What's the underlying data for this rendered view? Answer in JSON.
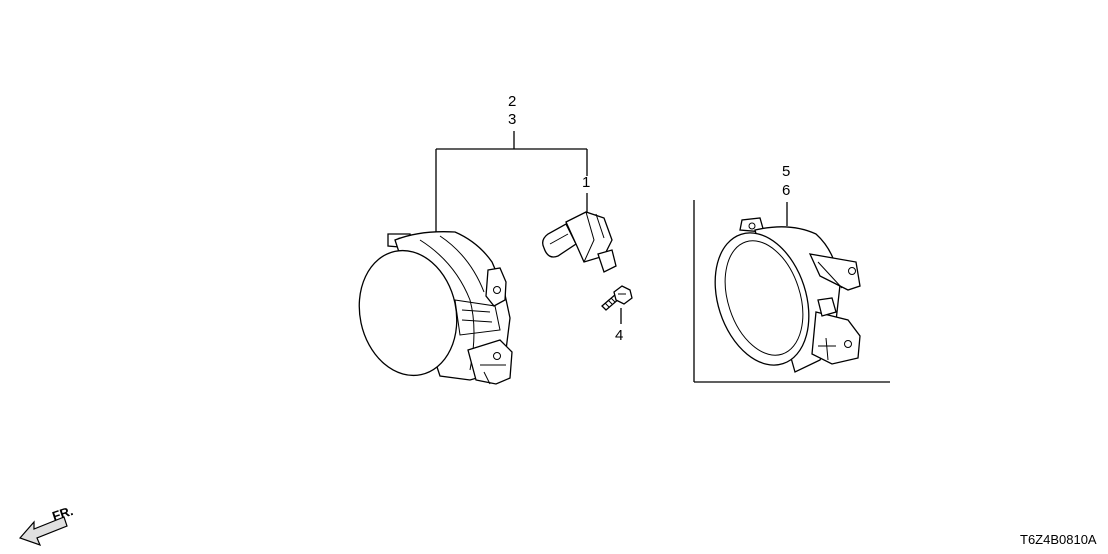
{
  "callouts": {
    "c1": "1",
    "c2": "2",
    "c3": "3",
    "c4": "4",
    "c5": "5",
    "c6": "6"
  },
  "front_label": "FR.",
  "diagram_code": "T6Z4B0810A"
}
